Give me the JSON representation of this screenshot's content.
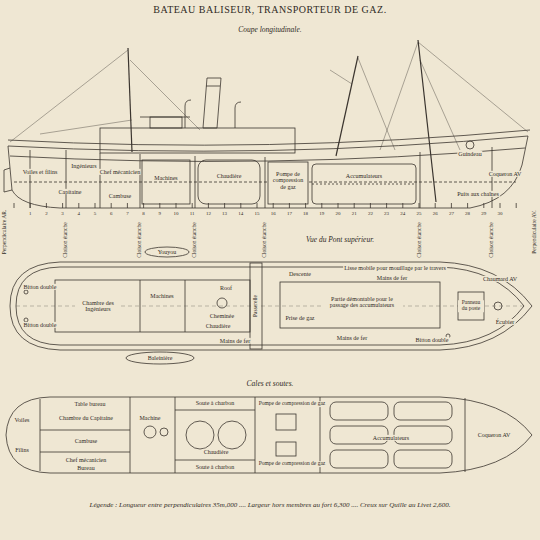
{
  "diagram": {
    "title": "BATEAU BALISEUR, TRANSPORTEUR DE GAZ.",
    "caption": "Légende : Longueur entre perpendiculaires 35m,000 .... Largeur hors membres au fort 6,300 .... Creux sur Quille au Livet 2,600.",
    "labels": [
      "Coupe longitudinale.",
      "Voiles et filins",
      "Capitaine",
      "Ingénieurs",
      "Chef mécanicien",
      "Cambuse",
      "Machines",
      "Chaudière",
      "Pompe de compression de gaz",
      "Accumulateurs",
      "Guindeau",
      "Coqueron AV",
      "Puits aux chaînes",
      "Perpendiculaire AR.",
      "Perpendiculaire AV.",
      "Cloison étanche",
      "Cloison étanche",
      "Cloison étanche",
      "Cloison étanche",
      "Cloison étanche",
      "Cloison étanche",
      "Vue du Pont supérieur.",
      "Youyou",
      "Chambre des Ingénieurs",
      "Machines",
      "Roof",
      "Cheminée",
      "Chaudière",
      "Passerelle",
      "Baleinière",
      "Mains de fer",
      "Descente",
      "Partie démontable pour le passage des accumulateurs",
      "Prise de gaz",
      "Mains de fer",
      "Lisse mobile pour mouillage par le travers",
      "Mains de fer",
      "Panneau du poste",
      "Bitton double",
      "Écubier",
      "Chaumard AV",
      "Bitton double",
      "Bitton double",
      "Cales et soutes.",
      "Voiles",
      "Filins",
      "Table bureau",
      "Chambre du Capitaine",
      "Machine",
      "Cambuse",
      "Chef mécanicien",
      "Bureau",
      "Soute à charbon",
      "Soute à charbon",
      "Chaudière",
      "Pompe de compression de gaz",
      "Pompe de compression de gaz",
      "Accumulateurs",
      "Coqueron AV",
      "1",
      "2",
      "3",
      "4",
      "5",
      "6",
      "7",
      "8",
      "9",
      "10",
      "11",
      "12",
      "13",
      "14",
      "15",
      "16",
      "17",
      "18",
      "19",
      "20",
      "21",
      "22",
      "23",
      "24",
      "25",
      "26",
      "27",
      "28",
      "29",
      "30"
    ]
  }
}
